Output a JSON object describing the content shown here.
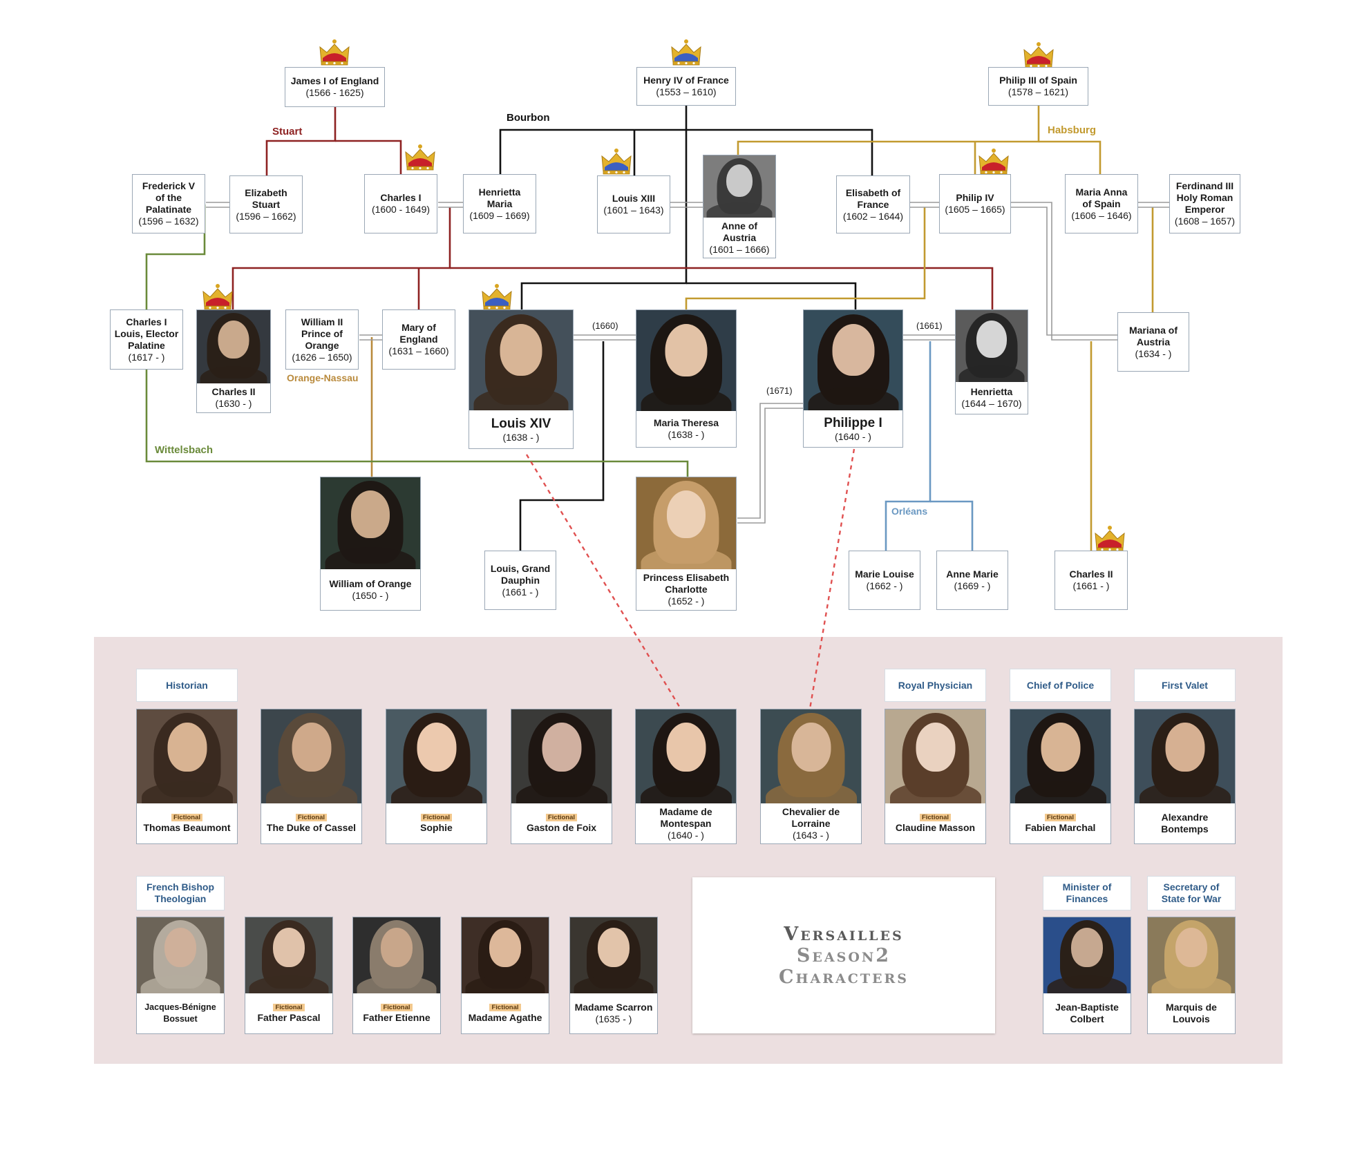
{
  "colors": {
    "bourbon": "#111111",
    "stuart": "#8e2222",
    "habsburg": "#c29a2f",
    "orange_nassau": "#b98a3c",
    "wittelsbach": "#6a8a3a",
    "orleans": "#6a98c2",
    "marriage": "#9a9a9a",
    "dotted": "#e05050",
    "panel": "#ecdfe0",
    "role_text": "#2f5b88"
  },
  "houses": {
    "bourbon": "Bourbon",
    "stuart": "Stuart",
    "habsburg": "Habsburg",
    "orange_nassau": "Orange-Nassau",
    "wittelsbach": "Wittelsbach",
    "orleans": "Orléans"
  },
  "years": {
    "louis_maria": "(1660)",
    "philippe_henrietta": "(1661)",
    "philippe_charlotte": "(1671)"
  },
  "people": {
    "james": {
      "name": "James I of England",
      "dates": "(1566 - 1625)"
    },
    "henry": {
      "name": "Henry IV of France",
      "dates": "(1553 – 1610)"
    },
    "philip3": {
      "name": "Philip III of Spain",
      "dates": "(1578 – 1621)"
    },
    "frederick": {
      "name": "Frederick V of the Palatinate",
      "dates": "(1596 – 1632)"
    },
    "elizabeth": {
      "name": "Elizabeth Stuart",
      "dates": "(1596 – 1662)"
    },
    "charles1": {
      "name": "Charles I",
      "dates": "(1600 - 1649)"
    },
    "henrietta_maria": {
      "name": "Henrietta Maria",
      "dates": "(1609 – 1669)"
    },
    "louis13": {
      "name": "Louis XIII",
      "dates": "(1601 – 1643)"
    },
    "anne": {
      "name": "Anne of Austria",
      "dates": "(1601 – 1666)"
    },
    "elisabeth": {
      "name": "Elisabeth of France",
      "dates": "(1602 – 1644)"
    },
    "philip4": {
      "name": "Philip IV",
      "dates": "(1605 – 1665)"
    },
    "maria_anna": {
      "name": "Maria Anna of Spain",
      "dates": "(1606 – 1646)"
    },
    "ferdinand": {
      "name": "Ferdinand III Holy Roman Emperor",
      "dates": "(1608 – 1657)"
    },
    "charles_louis": {
      "name": "Charles I Louis, Elector Palatine",
      "dates": "(1617 - )"
    },
    "charles2e": {
      "name": "Charles II",
      "dates": "(1630 - )"
    },
    "william2": {
      "name": "William II Prince of Orange",
      "dates": "(1626 – 1650)"
    },
    "mary": {
      "name": "Mary of England",
      "dates": "(1631 – 1660)"
    },
    "louis14": {
      "name": "Louis XIV",
      "dates": "(1638 - )"
    },
    "maria_theresa": {
      "name": "Maria Theresa",
      "dates": "(1638 - )"
    },
    "philippe": {
      "name": "Philippe I",
      "dates": "(1640 - )"
    },
    "henrietta": {
      "name": "Henrietta",
      "dates": "(1644 – 1670)"
    },
    "mariana": {
      "name": "Mariana of Austria",
      "dates": "(1634 - )"
    },
    "william3": {
      "name": "William of Orange",
      "dates": "(1650 - )"
    },
    "dauphin": {
      "name": "Louis, Grand Dauphin",
      "dates": "(1661 - )"
    },
    "charlotte": {
      "name": "Princess Elisabeth Charlotte",
      "dates": "(1652 - )"
    },
    "marie_louise": {
      "name": "Marie Louise",
      "dates": "(1662 - )"
    },
    "anne_marie": {
      "name": "Anne Marie",
      "dates": "(1669 - )"
    },
    "charles2s": {
      "name": "Charles II",
      "dates": "(1661 - )"
    }
  },
  "characters": {
    "fictional_tag": "Fictional",
    "roles": {
      "historian": "Historian",
      "physician": "Royal Physician",
      "police": "Chief of Police",
      "valet": "First Valet",
      "bishop": "French Bishop Theologian",
      "finances": "Minister of Finances",
      "war": "Secretary of State for War"
    },
    "beaumont": "Thomas Beaumont",
    "cassel": "The Duke of Cassel",
    "sophie": "Sophie",
    "gaston": "Gaston de Foix",
    "montespan": {
      "name": "Madame de Montespan",
      "dates": "(1640 - )"
    },
    "lorraine": {
      "name": "Chevalier de Lorraine",
      "dates": "(1643 - )"
    },
    "masson": "Claudine Masson",
    "marchal": "Fabien Marchal",
    "bontemps": "Alexandre Bontemps",
    "bossuet": "Jacques-Bénigne Bossuet",
    "pascal": "Father Pascal",
    "etienne": "Father Etienne",
    "agathe": "Madame Agathe",
    "scarron": {
      "name": "Madame Scarron",
      "dates": "(1635 - )"
    },
    "colbert": "Jean-Baptiste Colbert",
    "louvois": "Marquis de Louvois"
  },
  "title": {
    "line1": "Versailles",
    "line2": "Season2",
    "line3": "Characters"
  },
  "crown_icon": "crown-icon"
}
